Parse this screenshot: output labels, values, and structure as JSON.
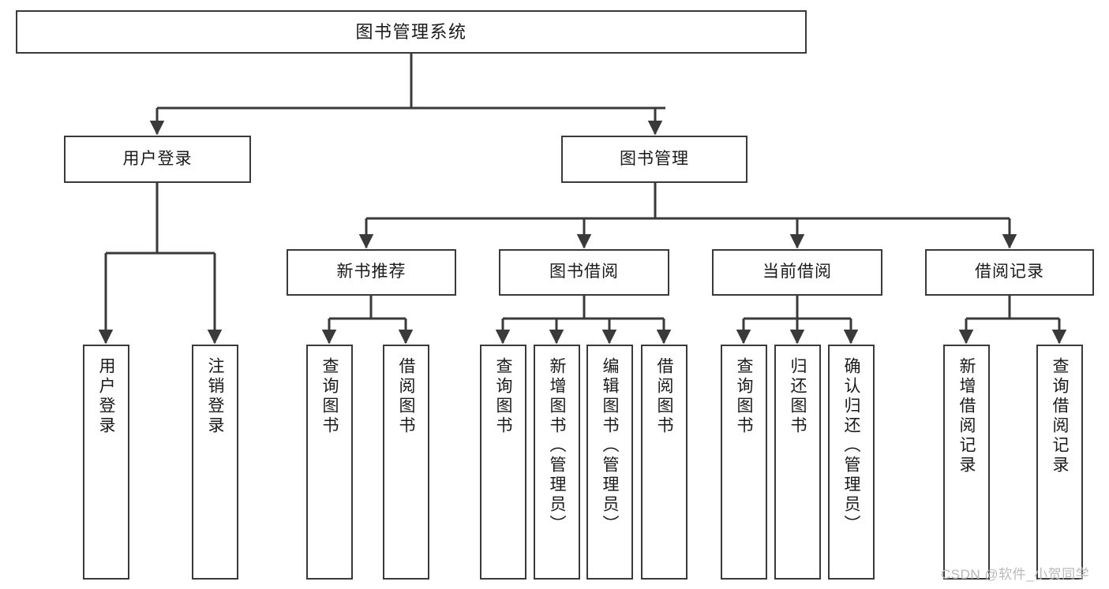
{
  "diagram": {
    "type": "tree-hierarchy",
    "title": "图书管理系统",
    "stroke_color": "#3a3a3a",
    "fill_color": "#ffffff",
    "text_color": "#1a1a1a",
    "nodes": {
      "root": {
        "label": "图书管理系统"
      },
      "level1": [
        {
          "id": "user-login",
          "label": "用户登录"
        },
        {
          "id": "book-management",
          "label": "图书管理"
        }
      ],
      "level2": [
        {
          "id": "new-book-recommend",
          "label": "新书推荐"
        },
        {
          "id": "book-borrow",
          "label": "图书借阅"
        },
        {
          "id": "current-borrow",
          "label": "当前借阅"
        },
        {
          "id": "borrow-record",
          "label": "借阅记录"
        }
      ],
      "leaves": {
        "user_login": [
          {
            "id": "leaf-user-login",
            "label": "用户登录"
          },
          {
            "id": "leaf-logout",
            "label": "注销登录"
          }
        ],
        "new_book_recommend": [
          {
            "id": "leaf-query-book-1",
            "label": "查询图书"
          },
          {
            "id": "leaf-borrow-book-1",
            "label": "借阅图书"
          }
        ],
        "book_borrow": [
          {
            "id": "leaf-query-book-2",
            "label": "查询图书"
          },
          {
            "id": "leaf-add-book",
            "label": "新增图书（管理员）"
          },
          {
            "id": "leaf-edit-book",
            "label": "编辑图书（管理员）"
          },
          {
            "id": "leaf-borrow-book-2",
            "label": "借阅图书"
          }
        ],
        "current_borrow": [
          {
            "id": "leaf-query-book-3",
            "label": "查询图书"
          },
          {
            "id": "leaf-return-book",
            "label": "归还图书"
          },
          {
            "id": "leaf-confirm-return",
            "label": "确认归还（管理员）"
          }
        ],
        "borrow_record": [
          {
            "id": "leaf-add-record",
            "label": "新增借阅记录"
          },
          {
            "id": "leaf-query-record",
            "label": "查询借阅记录"
          }
        ]
      }
    }
  },
  "watermark": {
    "text": "CSDN @软件_小贺同学"
  }
}
